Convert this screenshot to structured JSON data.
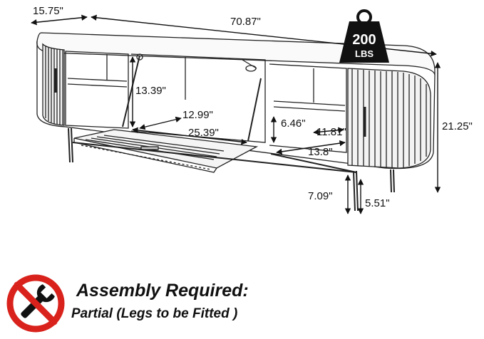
{
  "product": {
    "dimensions": {
      "depth": "15.75\"",
      "width": "70.87\"",
      "height": "21.25\"",
      "door_height": "13.39\"",
      "inner_depth": "12.99\"",
      "flap_width": "25.39\"",
      "shelf_height": "6.46\"",
      "shelf_depth": "11.81\"",
      "shelf_width": "13.8\"",
      "leg_height": "7.09\"",
      "clearance": "5.51\""
    },
    "load_badge": {
      "value": "200",
      "unit": "LBS",
      "icon": "weight-icon"
    }
  },
  "assembly": {
    "title": "Assembly Required:",
    "subtitle": "Partial (Legs to be Fitted )",
    "icon": "no-tools-icon",
    "icon_color": "#d9221c"
  }
}
